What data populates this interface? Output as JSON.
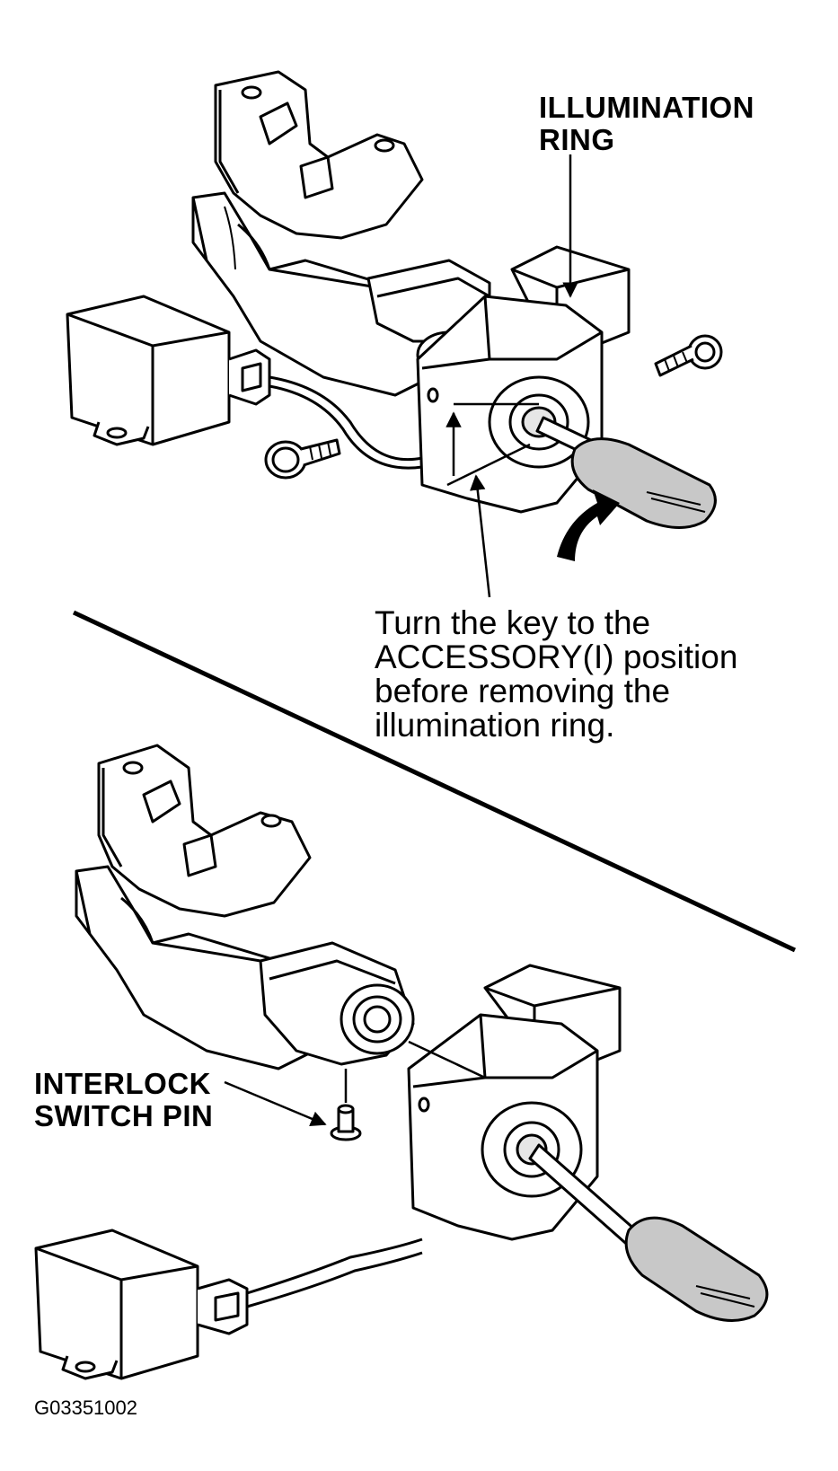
{
  "labels": {
    "illumination_ring": "ILLUMINATION\nRING",
    "instruction": "Turn the key to the\nACCESSORY(I) position\nbefore removing the\nillumination ring.",
    "interlock_switch_pin": "INTERLOCK\nSWITCH PIN",
    "figure_code": "G03351002"
  },
  "colors": {
    "line": "#000000",
    "background": "#ffffff",
    "key_fill": "#c8c8c8",
    "shade": "#e6e6e6"
  }
}
